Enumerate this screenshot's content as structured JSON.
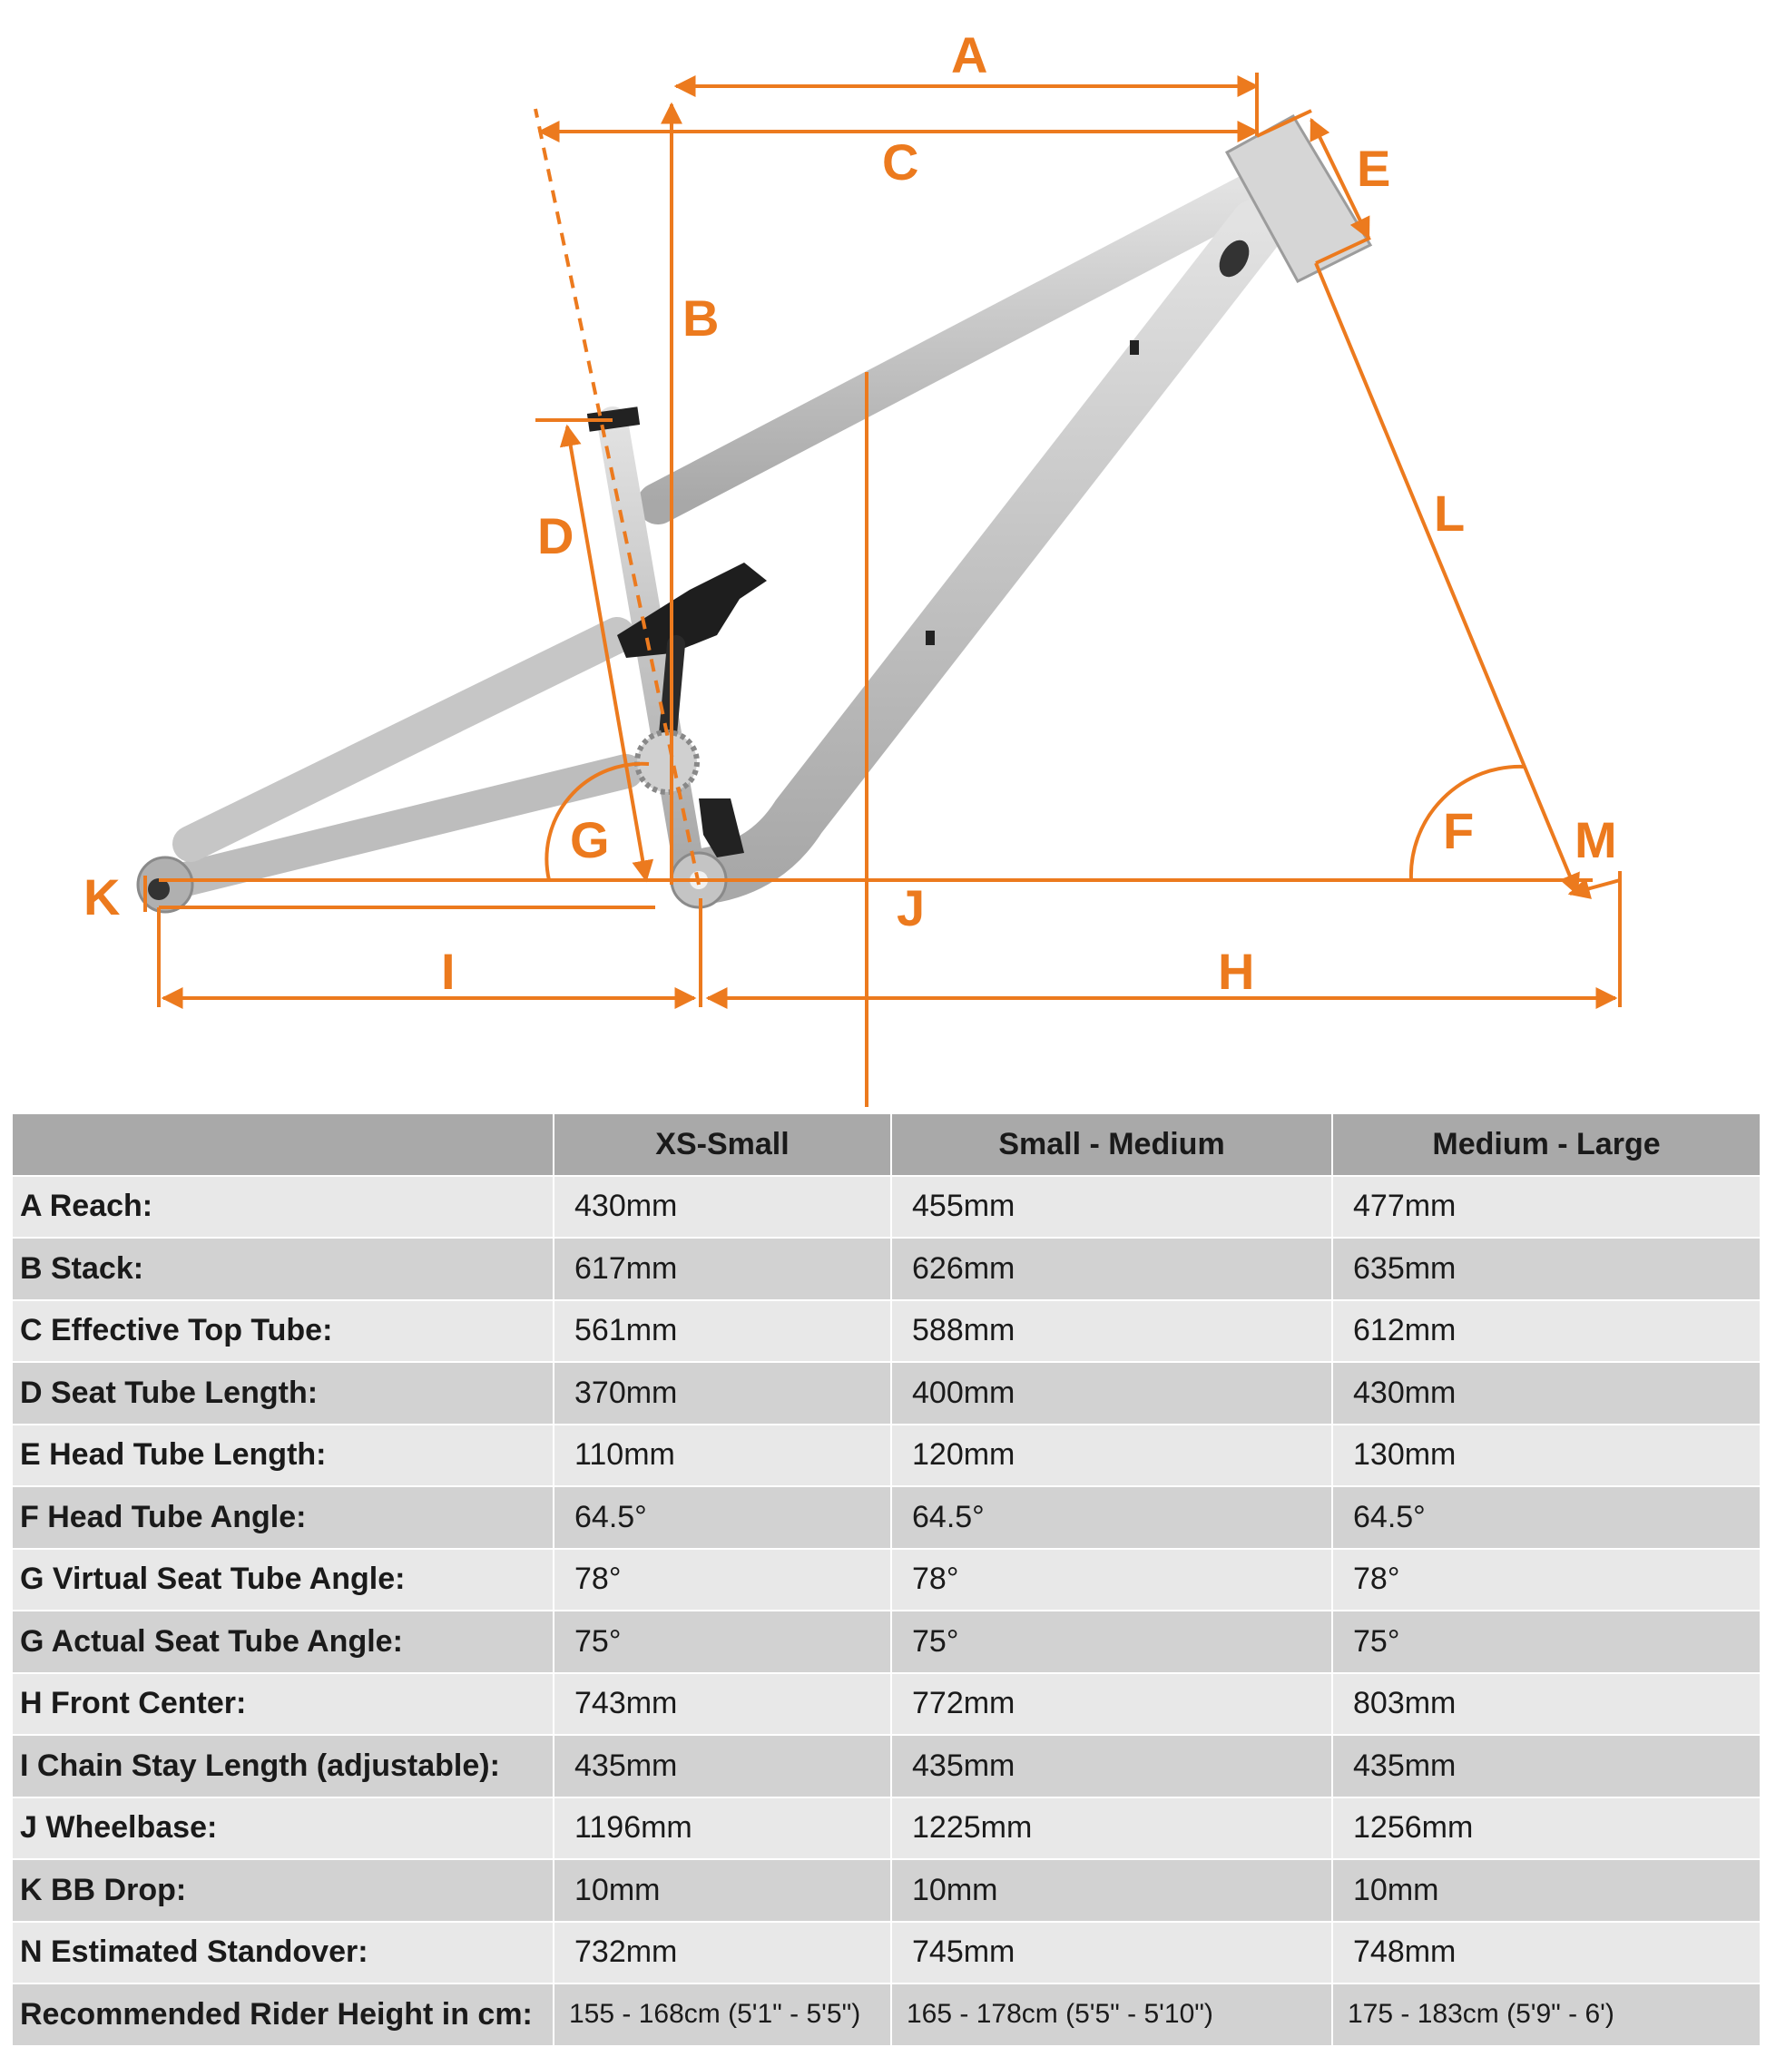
{
  "diagram": {
    "accent_color": "#ec7a1e",
    "frame_color": "#c9c9c9",
    "labels": {
      "A": "A",
      "B": "B",
      "C": "C",
      "D": "D",
      "E": "E",
      "F": "F",
      "G": "G",
      "H": "H",
      "I": "I",
      "J": "J",
      "K": "K",
      "L": "L",
      "M": "M"
    }
  },
  "table": {
    "headers": [
      "",
      "XS-Small",
      "Small - Medium",
      "Medium - Large"
    ],
    "rows": [
      [
        "A Reach:",
        "430mm",
        "455mm",
        "477mm"
      ],
      [
        "B Stack:",
        "617mm",
        "626mm",
        "635mm"
      ],
      [
        "C Effective Top Tube:",
        "561mm",
        "588mm",
        "612mm"
      ],
      [
        "D Seat Tube Length:",
        "370mm",
        "400mm",
        "430mm"
      ],
      [
        "E Head Tube Length:",
        "110mm",
        "120mm",
        "130mm"
      ],
      [
        "F Head Tube Angle:",
        "64.5°",
        "64.5°",
        "64.5°"
      ],
      [
        "G Virtual Seat Tube Angle:",
        "78°",
        "78°",
        "78°"
      ],
      [
        "G Actual Seat Tube Angle:",
        "75°",
        "75°",
        "75°"
      ],
      [
        "H Front Center:",
        "743mm",
        "772mm",
        "803mm"
      ],
      [
        "I Chain Stay Length (adjustable):",
        "435mm",
        "435mm",
        "435mm"
      ],
      [
        "J Wheelbase:",
        "1196mm",
        "1225mm",
        "1256mm"
      ],
      [
        "K BB Drop:",
        "10mm",
        "10mm",
        "10mm"
      ],
      [
        "N Estimated Standover:",
        "732mm",
        "745mm",
        "748mm"
      ],
      [
        "Recommended Rider Height in cm:",
        "155 - 168cm (5'1\" - 5'5\")",
        "165 - 178cm (5'5\" - 5'10\")",
        "175 - 183cm (5'9\" - 6')"
      ]
    ]
  }
}
